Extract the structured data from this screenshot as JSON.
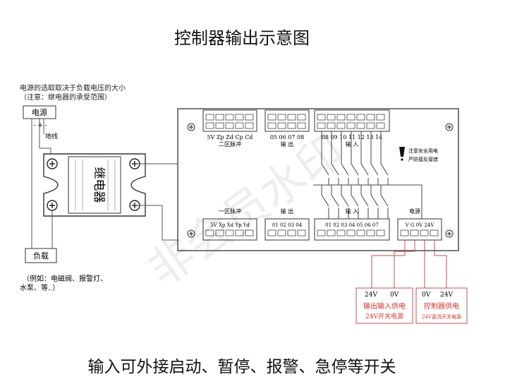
{
  "title": "控制器输出示意图",
  "footer": "输入可外接启动、暂停、报警、急停等开关",
  "watermark": "非会员水印",
  "note": {
    "line1": "电源的选取取决于负载电压的大小",
    "line2": "（注意：继电器的承受范围）"
  },
  "power_box": {
    "label": "电源",
    "signs": "- + -",
    "ground": "地线"
  },
  "relay": {
    "label": "继电器"
  },
  "load_box": {
    "label": "负载",
    "example1": "（例如：电磁阀、报警灯、",
    "example2": "水泵、等..）"
  },
  "controller": {
    "top_groups": [
      {
        "sub": "二区脉冲",
        "pins": "5V  Zp  Zd  Cp  Cd"
      },
      {
        "sub": "输  出",
        "pins": "05  06  07  08"
      },
      {
        "sub": "输    入",
        "pins": "08  09  10  11  12  13  14"
      }
    ],
    "bottom_groups": [
      {
        "header": "一区脉冲",
        "pins": "5V  Xp  Xd  Yp  Yd"
      },
      {
        "header": "输  出",
        "pins": "01  02  03  04"
      },
      {
        "header": "输    入",
        "pins": "01  02  03  04  05  06  07"
      },
      {
        "header": "电源",
        "pins": "V   G   0V  24V"
      }
    ],
    "warning1": "注意安全用电",
    "warning2": "严防接反接错"
  },
  "psu_io": {
    "v1": "24V",
    "v2": "0V",
    "name": "输出输入供电",
    "sub": "24V开关电源"
  },
  "psu_ctrl": {
    "v1": "0V",
    "v2": "24V",
    "name": "控制器供电",
    "sub": "24V直流开关电源"
  },
  "colors": {
    "wire_red": "#c0504d",
    "label_red": "#d0342c"
  }
}
